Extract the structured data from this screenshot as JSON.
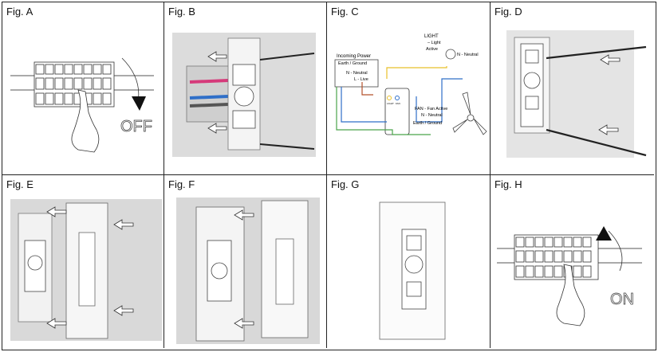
{
  "figures": {
    "a": {
      "label": "Fig. A",
      "action": "OFF"
    },
    "b": {
      "label": "Fig. B"
    },
    "c": {
      "label": "Fig. C",
      "incoming_power": "Incoming Power",
      "earth_ground_top": "Earth / Ground",
      "n_neutral_left": "N - Neutral",
      "l_live": "L - Live",
      "light_title": "LIGHT",
      "light_sub": "– Light",
      "light_active": "Active",
      "n_neutral_light": "N - Neutral",
      "fan_active": "FAN - Fan Active",
      "n_neutral_fan": "N - Neutral",
      "earth_ground_bottom": "Earth / Ground",
      "terminal_light": "LIGHT",
      "terminal_fan": "FAN"
    },
    "d": {
      "label": "Fig. D"
    },
    "e": {
      "label": "Fig. E"
    },
    "f": {
      "label": "Fig. F"
    },
    "g": {
      "label": "Fig. G"
    },
    "h": {
      "label": "Fig. H",
      "action": "ON"
    }
  },
  "colors": {
    "wire_live": "#b5522b",
    "wire_light": "#e8c02a",
    "wire_neutral": "#2f6fc8",
    "wire_earth": "#4aa34a",
    "background_gray": "#d8d8d8"
  }
}
